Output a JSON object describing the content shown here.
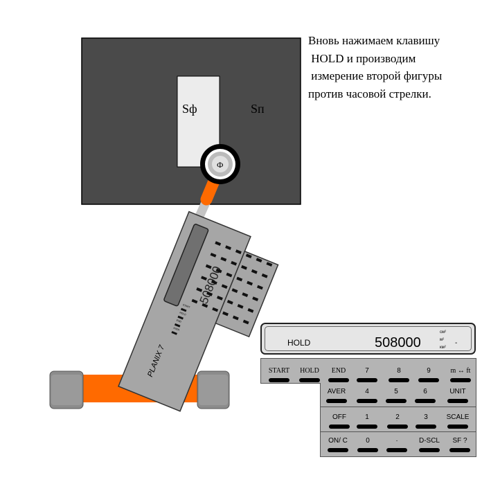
{
  "instruction": {
    "lines": [
      "Вновь нажимаем клавишу",
      " HOLD и производим",
      " измерение второй фигуры",
      "против часовой стрелки."
    ]
  },
  "board": {
    "figure_label": "Sф",
    "area_label": "Sп",
    "pole_label": "Ф"
  },
  "device": {
    "model": "PLANIX 7",
    "reading": "508000",
    "mini_key_labels": [
      "START",
      "HOLD",
      "END",
      "AVER"
    ]
  },
  "display": {
    "mode": "HOLD",
    "value": "508000",
    "units": [
      "см²",
      "м²",
      "км²"
    ],
    "dash": "-"
  },
  "keypad": {
    "rows": [
      [
        "START",
        "HOLD",
        "END",
        "7",
        "8",
        "9",
        "m ↔ ft"
      ],
      [
        "AVER",
        "4",
        "5",
        "6",
        "UNIT"
      ],
      [
        "OFF",
        "1",
        "2",
        "3",
        "SCALE"
      ],
      [
        "ON/ C",
        "0",
        "·",
        "D-SCL",
        "SF ?"
      ]
    ]
  },
  "colors": {
    "board": "#4a4a4a",
    "arm_orange": "#ff6a00",
    "device_body": "#a6a6a6",
    "roller": "#8c8c8c"
  }
}
